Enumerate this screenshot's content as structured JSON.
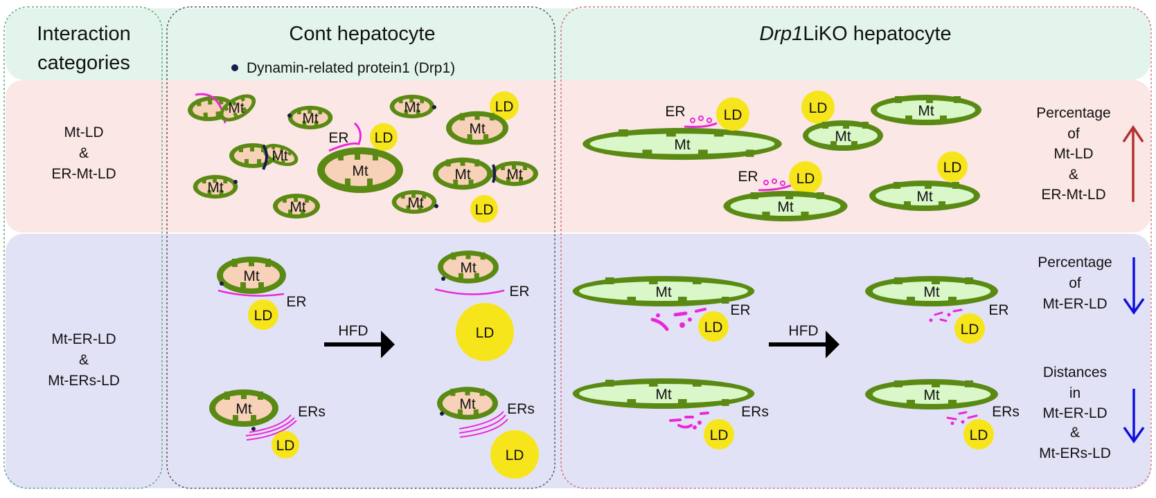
{
  "headers": {
    "categories_line1": "Interaction",
    "categories_line2": "categories",
    "cont": "Cont hepatocyte",
    "drp1_gene": "Drp1",
    "drp1_rest": "LiKO hepatocyte"
  },
  "legend": {
    "drp1": "Dynamin-related protein1 (Drp1)"
  },
  "categories": {
    "row1": [
      "Mt-LD",
      "&",
      "ER-Mt-LD"
    ],
    "row2": [
      "Mt-ER-LD",
      "&",
      "Mt-ERs-LD"
    ]
  },
  "labels": {
    "mt": "Mt",
    "ld": "LD",
    "er": "ER",
    "ers": "ERs",
    "hfd": "HFD"
  },
  "summary": {
    "row1": [
      "Percentage",
      "of",
      "Mt-LD",
      "&",
      "ER-Mt-LD"
    ],
    "row2a": [
      "Percentage",
      "of",
      "Mt-ER-LD"
    ],
    "row2b": [
      "Distances",
      "in",
      "Mt-ER-LD",
      "&",
      "Mt-ERs-LD"
    ]
  },
  "colors": {
    "top_band": "#e3f4ec",
    "row1_band": "#fbe7e6",
    "row2_band": "#e2e2f7",
    "mito_outer": "#5a8a13",
    "mito_inner_cont": "#f8d2b8",
    "mito_inner_liko": "#d9f7c8",
    "ld": "#f7e51c",
    "er": "#ea27d8",
    "drp1": "#1a1a4a",
    "arrow_up": "#b5312e",
    "arrow_down": "#1010dd"
  }
}
